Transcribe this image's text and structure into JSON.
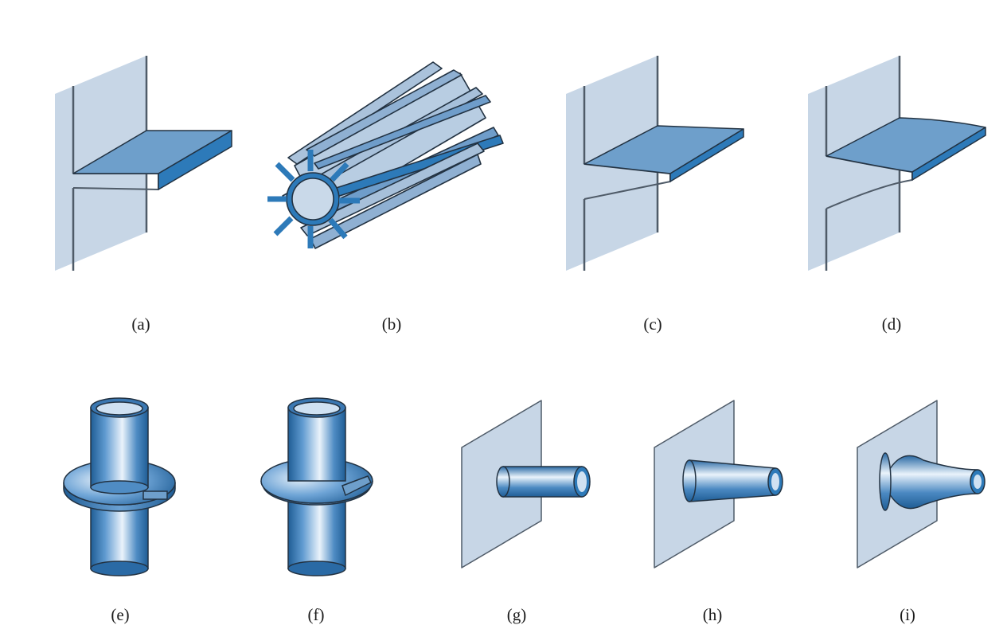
{
  "captions": {
    "a": "(a)",
    "b": "(b)",
    "c": "(c)",
    "d": "(d)",
    "e": "(e)",
    "f": "(f)",
    "g": "(g)",
    "h": "(h)",
    "i": "(i)"
  },
  "colors": {
    "wall": "#c7d6e6",
    "wall_edge": "#4f5b68",
    "fin_top": "#6e9fcb",
    "fin_tip": "#2d7ab9",
    "pin_dark": "#1f5d95",
    "pin_light": "#eaf3fb",
    "outline": "#223242"
  },
  "icons": [
    "straight-rectangular-fin-icon",
    "annular-tube-longitudinal-fins-icon",
    "trapezoidal-fin-icon",
    "concave-parabolic-fin-icon",
    "annular-fin-rectangular-icon",
    "annular-fin-tapered-icon",
    "cylindrical-pin-fin-icon",
    "conical-pin-fin-icon",
    "concave-parabolic-pin-fin-icon"
  ]
}
